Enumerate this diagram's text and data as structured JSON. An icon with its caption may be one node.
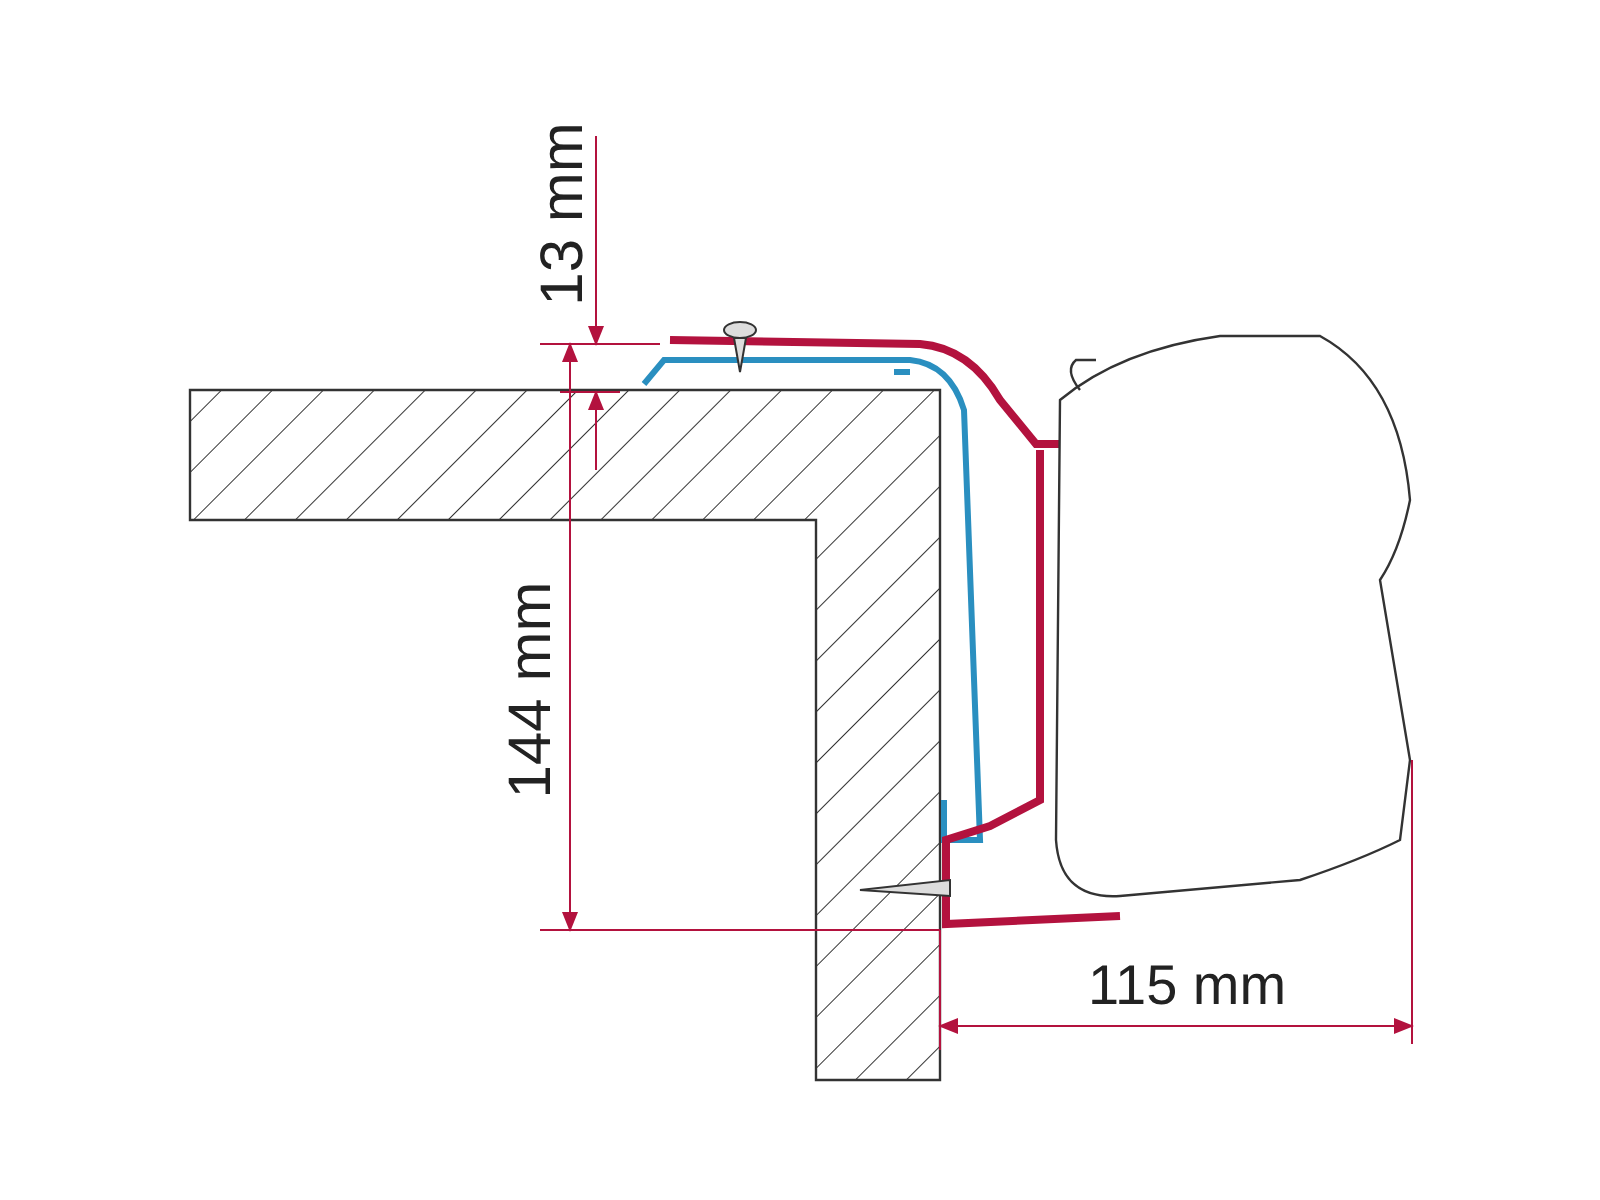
{
  "diagram": {
    "labels": [
      "13 mm",
      "144 mm",
      "115 mm"
    ]
  }
}
